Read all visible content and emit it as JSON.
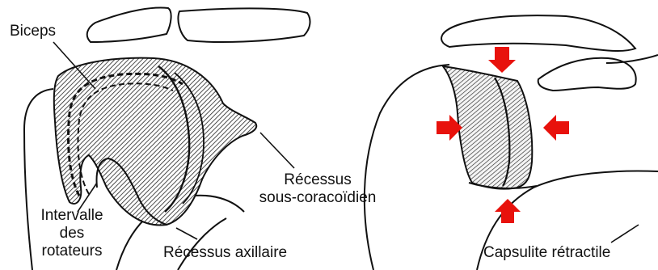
{
  "labels": {
    "biceps": "Biceps",
    "recessus_sous_coracoidien_line1": "Récessus",
    "recessus_sous_coracoidien_line2": "sous-coracoïdien",
    "intervalle_line1": "Intervalle",
    "intervalle_line2": "des",
    "intervalle_line3": "rotateurs",
    "recessus_axillaire": "Récessus axillaire",
    "capsulite_retractile": "Capsulite rétractile"
  },
  "colors": {
    "outline": "#111111",
    "hatch": "#222222",
    "arrow": "#e8120c",
    "background": "#ffffff"
  },
  "arrows": [
    "arrow-down",
    "arrow-right",
    "arrow-left",
    "arrow-up"
  ]
}
